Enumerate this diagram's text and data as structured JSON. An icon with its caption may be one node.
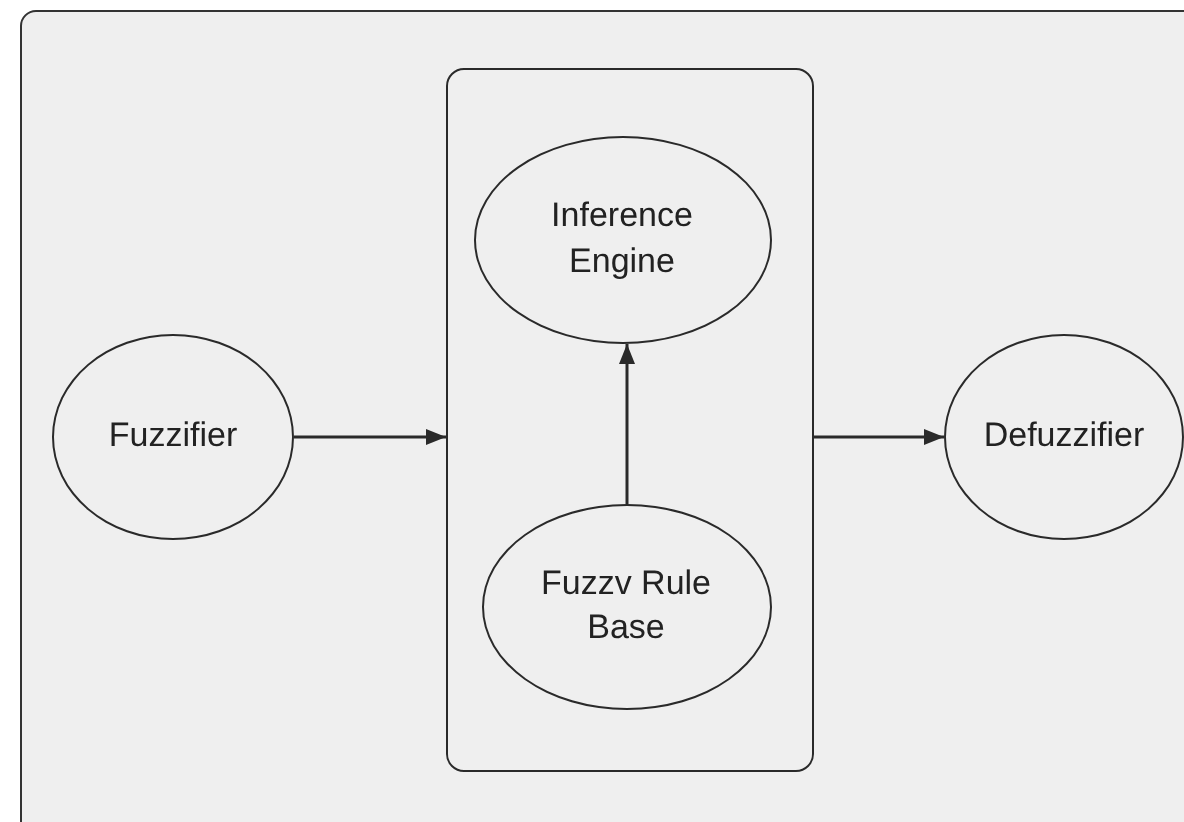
{
  "diagram": {
    "nodes": [
      {
        "text": [
          "Fuzzifier"
        ]
      },
      {
        "text": [],
        "shape": "box"
      },
      {
        "text": [
          "Inference Engine"
        ],
        "in": 1
      },
      {
        "text": [
          "Fuzzv Rule Base"
        ],
        "in": 1
      },
      {
        "text": [
          "Defuzzifier"
        ]
      }
    ],
    "edges": [
      {
        "from": 0,
        "to": 1,
        "arrow": "to"
      },
      {
        "from": 3,
        "to": 2,
        "arrow": "to"
      },
      {
        "from": 1,
        "to": 4,
        "arrow": "to"
      }
    ]
  }
}
